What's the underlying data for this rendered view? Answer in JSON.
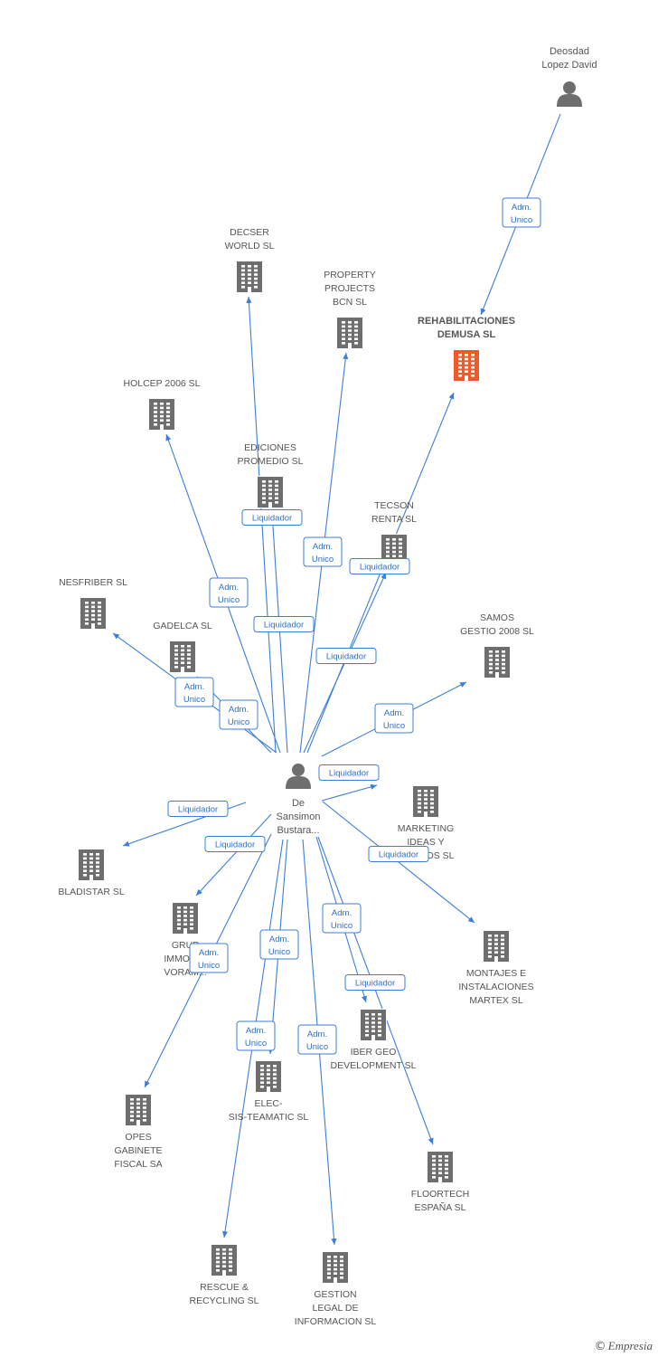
{
  "colors": {
    "edge": "#3d7fd6",
    "building": "#6e6e6e",
    "highlight_building": "#f05a28",
    "person": "#6e6e6e",
    "label_border": "#3d7fd6",
    "label_text": "#2e6fc4"
  },
  "persons": [
    {
      "id": "deosdad",
      "lines": [
        "Deosdad",
        "Lopez David"
      ],
      "icon": "person-icon"
    },
    {
      "id": "desansimon",
      "lines": [
        "De",
        "Sansimon",
        "Bustara..."
      ],
      "icon": "person-icon"
    }
  ],
  "companies": [
    {
      "id": "rehab",
      "lines": [
        "REHABILITACIONES",
        "DEMUSA SL"
      ],
      "highlight": true,
      "icon": "building-icon"
    },
    {
      "id": "decser",
      "lines": [
        "DECSER",
        "WORLD SL"
      ],
      "icon": "building-icon"
    },
    {
      "id": "property",
      "lines": [
        "PROPERTY",
        "PROJECTS",
        "BCN SL"
      ],
      "icon": "building-icon"
    },
    {
      "id": "holcep",
      "lines": [
        "HOLCEP 2006 SL"
      ],
      "icon": "building-icon"
    },
    {
      "id": "ediciones",
      "lines": [
        "EDICIONES",
        "PROMEDIO SL"
      ],
      "icon": "building-icon"
    },
    {
      "id": "tecson",
      "lines": [
        "TECSON",
        "RENTA SL"
      ],
      "icon": "building-icon"
    },
    {
      "id": "nesfriber",
      "lines": [
        "NESFRIBER SL"
      ],
      "icon": "building-icon"
    },
    {
      "id": "gadelca",
      "lines": [
        "GADELCA SL"
      ],
      "icon": "building-icon"
    },
    {
      "id": "samos",
      "lines": [
        "SAMOS",
        "GESTIO 2008 SL"
      ],
      "icon": "building-icon"
    },
    {
      "id": "marketing",
      "lines": [
        "MARKETING",
        "IDEAS Y",
        "...MADOS SL"
      ],
      "icon": "building-icon"
    },
    {
      "id": "bladistar",
      "lines": [
        "BLADISTAR SL"
      ],
      "icon": "building-icon"
    },
    {
      "id": "grup",
      "lines": [
        "GRUP",
        "IMMOBI...",
        "VORAM..."
      ],
      "icon": "building-icon"
    },
    {
      "id": "montajes",
      "lines": [
        "MONTAJES E",
        "INSTALACIONES",
        "MARTEX SL"
      ],
      "icon": "building-icon"
    },
    {
      "id": "ibergeo",
      "lines": [
        "IBER GEO",
        "DEVELOPMENT SL"
      ],
      "icon": "building-icon"
    },
    {
      "id": "elec",
      "lines": [
        "ELEC-",
        "SIS-TEAMATIC SL"
      ],
      "icon": "building-icon"
    },
    {
      "id": "opes",
      "lines": [
        "OPES",
        "GABINETE",
        "FISCAL SA"
      ],
      "icon": "building-icon"
    },
    {
      "id": "floortech",
      "lines": [
        "FLOORTECH",
        "ESPAÑA SL"
      ],
      "icon": "building-icon"
    },
    {
      "id": "rescue",
      "lines": [
        "RESCUE &",
        "RECYCLING SL"
      ],
      "icon": "building-icon"
    },
    {
      "id": "gestion",
      "lines": [
        "GESTION",
        "LEGAL DE",
        "INFORMACION SL"
      ],
      "icon": "building-icon"
    }
  ],
  "edges": [
    {
      "from": "deosdad",
      "to": "rehab",
      "label": [
        "Adm.",
        "Unico"
      ]
    },
    {
      "from": "desansimon",
      "to": "decser",
      "label": [
        "Liquidador"
      ]
    },
    {
      "from": "desansimon",
      "to": "property",
      "label": [
        "Adm.",
        "Unico"
      ]
    },
    {
      "from": "desansimon",
      "to": "holcep",
      "label": [
        "Adm.",
        "Unico"
      ]
    },
    {
      "from": "desansimon",
      "to": "ediciones",
      "label": [
        "Liquidador"
      ]
    },
    {
      "from": "desansimon",
      "to": "tecson",
      "label": [
        "Liquidador"
      ]
    },
    {
      "from": "desansimon",
      "to": "rehab",
      "label": [
        "Liquidador"
      ]
    },
    {
      "from": "desansimon",
      "to": "nesfriber",
      "label": [
        "Adm.",
        "Unico"
      ]
    },
    {
      "from": "desansimon",
      "to": "gadelca",
      "label": [
        "Adm.",
        "Unico"
      ]
    },
    {
      "from": "desansimon",
      "to": "samos",
      "label": [
        "Adm.",
        "Unico"
      ]
    },
    {
      "from": "desansimon",
      "to": "marketing",
      "label": [
        "Liquidador"
      ]
    },
    {
      "from": "desansimon",
      "to": "bladistar",
      "label": [
        "Liquidador"
      ]
    },
    {
      "from": "desansimon",
      "to": "grup",
      "label": [
        "Liquidador"
      ]
    },
    {
      "from": "desansimon",
      "to": "montajes",
      "label": [
        "Liquidador"
      ]
    },
    {
      "from": "desansimon",
      "to": "ibergeo",
      "label": [
        "Adm.",
        "Unico"
      ]
    },
    {
      "from": "desansimon",
      "to": "elec",
      "label": [
        "Adm.",
        "Unico"
      ]
    },
    {
      "from": "desansimon",
      "to": "opes",
      "label": [
        "Adm.",
        "Unico"
      ]
    },
    {
      "from": "desansimon",
      "to": "floortech",
      "label": [
        "Liquidador"
      ]
    },
    {
      "from": "desansimon",
      "to": "rescue",
      "label": [
        "Adm.",
        "Unico"
      ]
    },
    {
      "from": "desansimon",
      "to": "gestion",
      "label": [
        "Adm.",
        "Unico"
      ]
    }
  ],
  "brand": {
    "copyright": "©",
    "name": "Empresia"
  }
}
